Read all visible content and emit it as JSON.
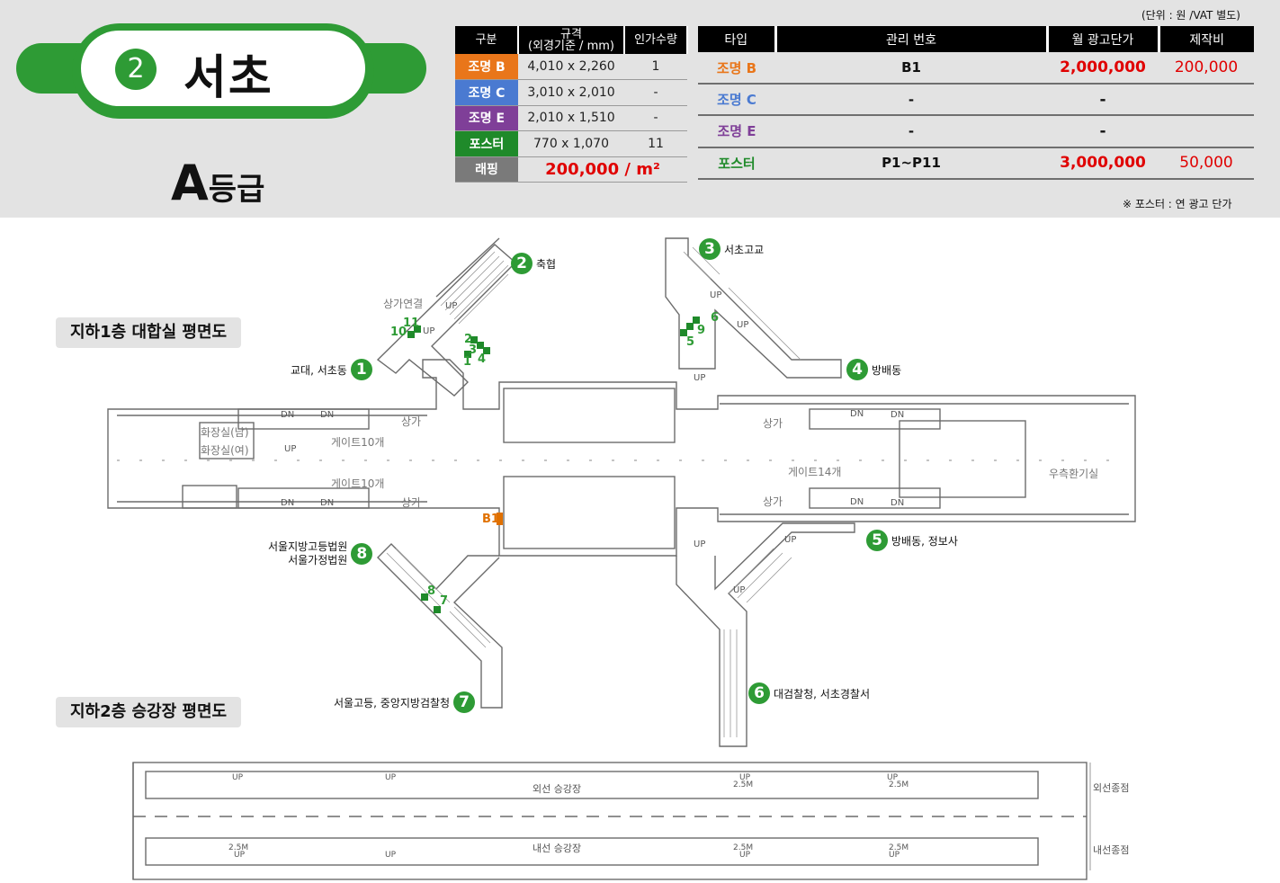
{
  "station": {
    "number": "2",
    "name": "서초",
    "grade_letter": "A",
    "grade_suffix": "등급"
  },
  "notes": {
    "unit": "(단위 : 원 /VAT 별도)",
    "poster": "※ 포스터 : 연 광고 단가"
  },
  "spec_table": {
    "headers": [
      "구분",
      "규격",
      "(외경기준 / mm)",
      "인가수량"
    ],
    "rows": [
      {
        "type": "조명 B",
        "color": "#e9761a",
        "size": "4,010 x 2,260",
        "qty": "1"
      },
      {
        "type": "조명 C",
        "color": "#4a7ad1",
        "size": "3,010 x 2,010",
        "qty": "-"
      },
      {
        "type": "조명 E",
        "color": "#7f3f98",
        "size": "2,010 x 1,510",
        "qty": "-"
      },
      {
        "type": "포스터",
        "color": "#1f8a2a",
        "size": "770 x 1,070",
        "qty": "11"
      }
    ],
    "wrap": {
      "type": "래핑",
      "color": "#7a7a7a",
      "price": "200,000 / m²"
    }
  },
  "price_table": {
    "headers": [
      "타입",
      "관리 번호",
      "월 광고단가",
      "제작비"
    ],
    "rows": [
      {
        "type": "조명 B",
        "color": "#e9761a",
        "mgmt": "B1",
        "monthly": "2,000,000",
        "production": "200,000"
      },
      {
        "type": "조명 C",
        "color": "#4a7ad1",
        "mgmt": "-",
        "monthly": "-",
        "production": ""
      },
      {
        "type": "조명 E",
        "color": "#7f3f98",
        "mgmt": "-",
        "monthly": "-",
        "production": ""
      },
      {
        "type": "포스터",
        "color": "#1f8a2a",
        "mgmt": "P1~P11",
        "monthly": "3,000,000",
        "production": "50,000"
      }
    ]
  },
  "floors": {
    "b1": "지하1층 대합실 평면도",
    "b2": "지하2층 승강장 평면도"
  },
  "exits": [
    {
      "num": "1",
      "label": "교대, 서초동"
    },
    {
      "num": "2",
      "label": "축협"
    },
    {
      "num": "3",
      "label": "서초고교"
    },
    {
      "num": "4",
      "label": "방배동"
    },
    {
      "num": "5",
      "label": "방배동, 정보사"
    },
    {
      "num": "6",
      "label": "대검찰청, 서초경찰서"
    },
    {
      "num": "7",
      "label": "서울고등, 중앙지방검찰청"
    },
    {
      "num": "8",
      "label": "서울지방고등법원",
      "label2": "서울가정법원"
    }
  ],
  "plan_labels": {
    "shop_link": "상가연결",
    "shop": "상가",
    "restroom_m": "화장실(남)",
    "restroom_f": "화장실(여)",
    "gate10": "게이트10개",
    "gate14": "게이트14개",
    "right_room": "우측환기실",
    "up": "UP",
    "dn": "DN",
    "b1": "B1",
    "outer_platform": "외선 승강장",
    "inner_platform": "내선 승강장",
    "outer_end": "외선종점",
    "inner_end": "내선종점",
    "height": "2.5M"
  },
  "poster_numbers": [
    "1",
    "2",
    "3",
    "4",
    "5",
    "6",
    "7",
    "8",
    "9",
    "10",
    "11"
  ],
  "colors": {
    "accent_green": "#2e9b35",
    "price_red": "#e00000",
    "plan_line": "#6b6b6b"
  }
}
